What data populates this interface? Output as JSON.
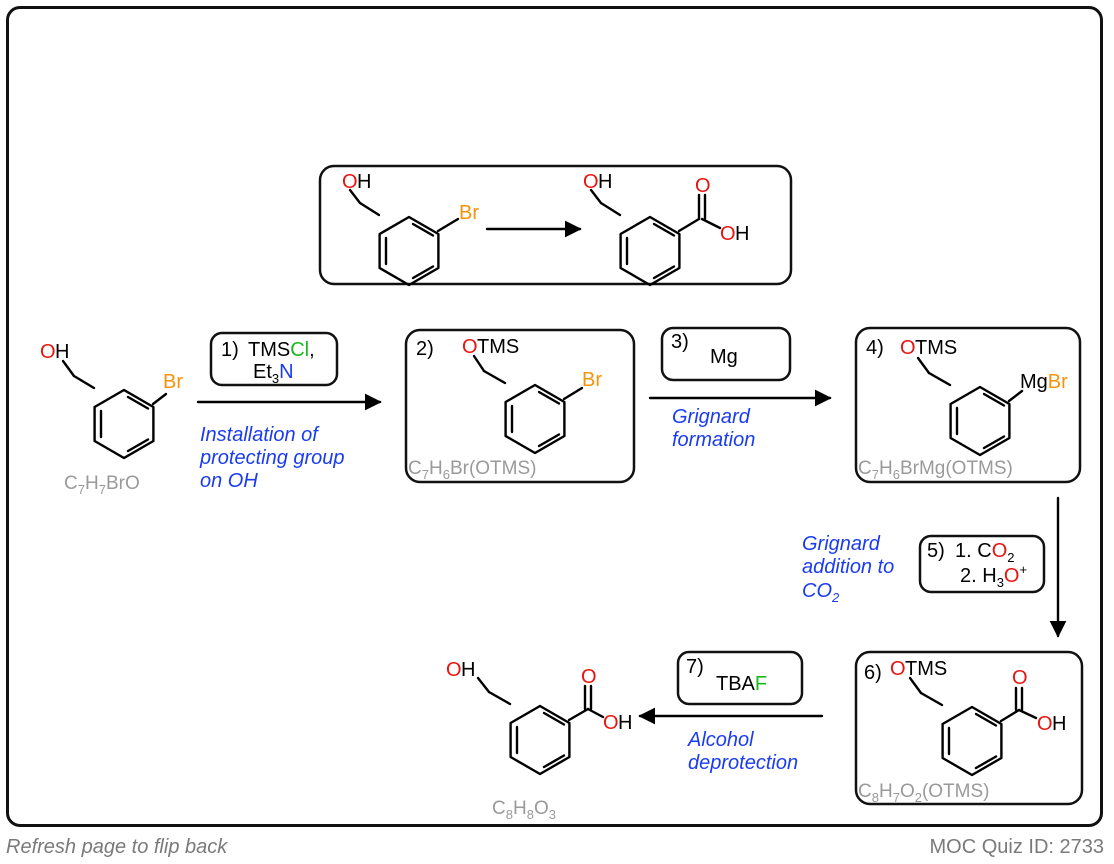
{
  "footer": {
    "left": "Refresh page to flip back",
    "right": "MOC Quiz ID: 2733"
  },
  "labels": {
    "oh_o": "O",
    "oh_h": "H",
    "br": "Br",
    "otms_o": "O",
    "otms_tms": "TMS",
    "mgbr_mg": "Mg",
    "mgbr_br": "Br",
    "acid_o": "O",
    "acid_oh_o": "O",
    "acid_oh_h": "H"
  },
  "compounds": {
    "start": "C7H7BrO",
    "step2": "C7H6Br(OTMS)",
    "step4": "C7H6BrMg(OTMS)",
    "step6": "C8H7O2(OTMS)",
    "product": "C8H8O3"
  },
  "steps": {
    "s1": {
      "num": "1)",
      "r1_a": "TMS",
      "r1_b": "Cl",
      "r1_c": ",",
      "r2_a": "Et",
      "r2_sub": "3",
      "r2_b": "N",
      "note": [
        "Installation of",
        "protecting group",
        "on OH"
      ]
    },
    "s2": {
      "num": "2)"
    },
    "s3": {
      "num": "3)",
      "reagent": "Mg",
      "note": [
        "Grignard",
        "formation"
      ]
    },
    "s4": {
      "num": "4)"
    },
    "s5": {
      "num": "5)",
      "r1": "1. C",
      "r1_o": "O",
      "r1_sub": "2",
      "r2": "2. H",
      "r2_sub": "3",
      "r2_o": "O",
      "r2_sup": "+",
      "note": [
        "Grignard",
        "addition to",
        "CO"
      ],
      "note_sub": "2"
    },
    "s6": {
      "num": "6)"
    },
    "s7": {
      "num": "7)",
      "reagent_a": "TBA",
      "reagent_b": "F",
      "note": [
        "Alcohol",
        "deprotection"
      ]
    }
  },
  "colors": {
    "oxygen": "#e8140f",
    "bromine": "#f5930b",
    "chlorine_fluorine": "#19b81c",
    "nitrogen_and_notes": "#1a3cf0",
    "formula_gray": "#9a9a9a"
  }
}
